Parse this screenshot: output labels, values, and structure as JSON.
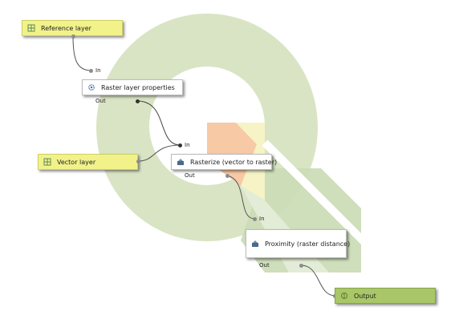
{
  "canvas": {
    "background_logo": "qgis-logo-watermark",
    "logo_colors": {
      "ring": "#d9e4c5",
      "tail_orange": "#f7c9a4",
      "tail_yellow": "#f6f3c6",
      "tail_green": "#c5d9b2"
    }
  },
  "nodes": [
    {
      "id": "reference_layer",
      "label": "Reference layer",
      "kind": "input",
      "icon": "raster-input-icon"
    },
    {
      "id": "raster_layer_properties",
      "label": "Raster layer properties",
      "kind": "algorithm",
      "icon": "gear-icon",
      "in_label": "In",
      "out_label": "Out"
    },
    {
      "id": "vector_layer",
      "label": "Vector layer",
      "kind": "input",
      "icon": "vector-input-icon"
    },
    {
      "id": "rasterize",
      "label": "Rasterize (vector to raster)",
      "kind": "algorithm",
      "icon": "raster-tool-icon",
      "in_label": "In",
      "out_label": "Out"
    },
    {
      "id": "proximity",
      "label": "Proximity (raster distance)",
      "kind": "algorithm",
      "icon": "raster-tool-icon",
      "in_label": "In",
      "out_label": "Out"
    },
    {
      "id": "output",
      "label": "Output",
      "kind": "output",
      "icon": "output-icon"
    }
  ],
  "connections": [
    {
      "from": "reference_layer",
      "to": "raster_layer_properties"
    },
    {
      "from": "raster_layer_properties",
      "to": "rasterize"
    },
    {
      "from": "vector_layer",
      "to": "rasterize"
    },
    {
      "from": "rasterize",
      "to": "proximity"
    },
    {
      "from": "proximity",
      "to": "output"
    }
  ],
  "colors": {
    "input_node": "#f2f28a",
    "output_node": "#a9c768",
    "algorithm_node": "#ffffff",
    "wire": "#555555"
  }
}
